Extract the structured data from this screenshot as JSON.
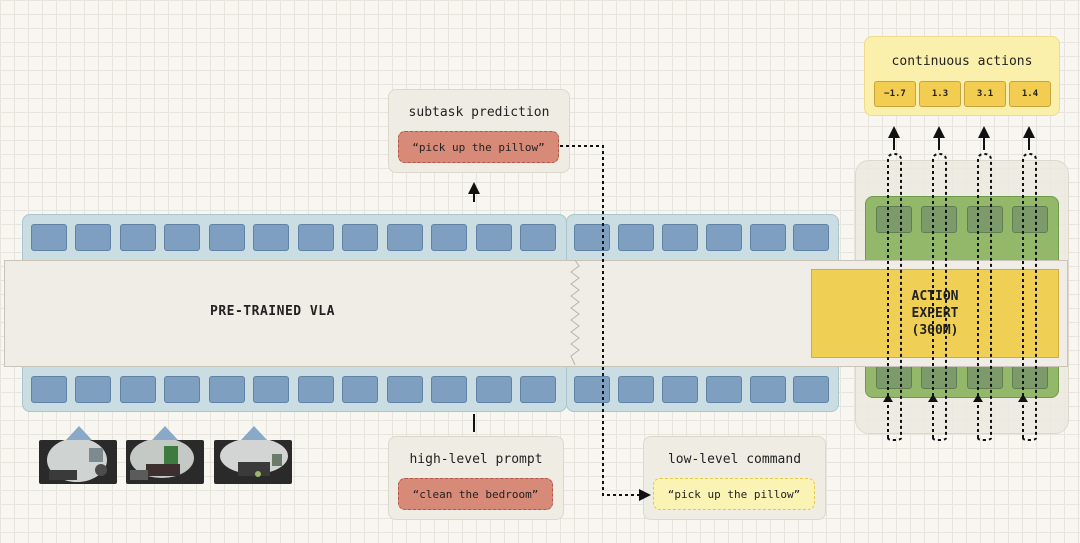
{
  "vla": {
    "label": "PRE-TRAINED VLA"
  },
  "action_expert": {
    "line1": "ACTION",
    "line2": "EXPERT",
    "line3": "(300M)"
  },
  "subtask": {
    "title": "subtask prediction",
    "text": "“pick up the pillow”"
  },
  "high_level": {
    "title": "high-level prompt",
    "text": "“clean the bedroom”"
  },
  "low_level": {
    "title": "low-level command",
    "text": "“pick up the pillow”"
  },
  "continuous": {
    "title": "continuous actions",
    "values": [
      "−1.7",
      "1.3",
      "3.1",
      "1.4"
    ]
  },
  "colors": {
    "token_blue": "#7f9fc0",
    "token_green": "#7c9a6a",
    "expert_yellow": "#f0cf55",
    "prompt_red": "#d88a78",
    "command_yellow": "#fbf3b4"
  }
}
